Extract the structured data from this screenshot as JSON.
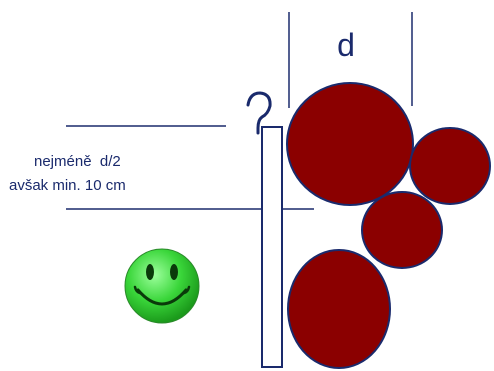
{
  "labels": {
    "d": "d",
    "clearance_line1": "nejméně  d/2",
    "clearance_line2": "avšak min. 10 cm"
  },
  "colors": {
    "line": "#1a2a6c",
    "pipe_fill": "#8b0000",
    "pipe_stroke": "#1a2a6c",
    "smiley_face": "#3ad63a",
    "smiley_features": "#0a3a0a"
  },
  "icons": {
    "hook": "question-hook-icon",
    "smiley": "smiley-face-icon"
  }
}
